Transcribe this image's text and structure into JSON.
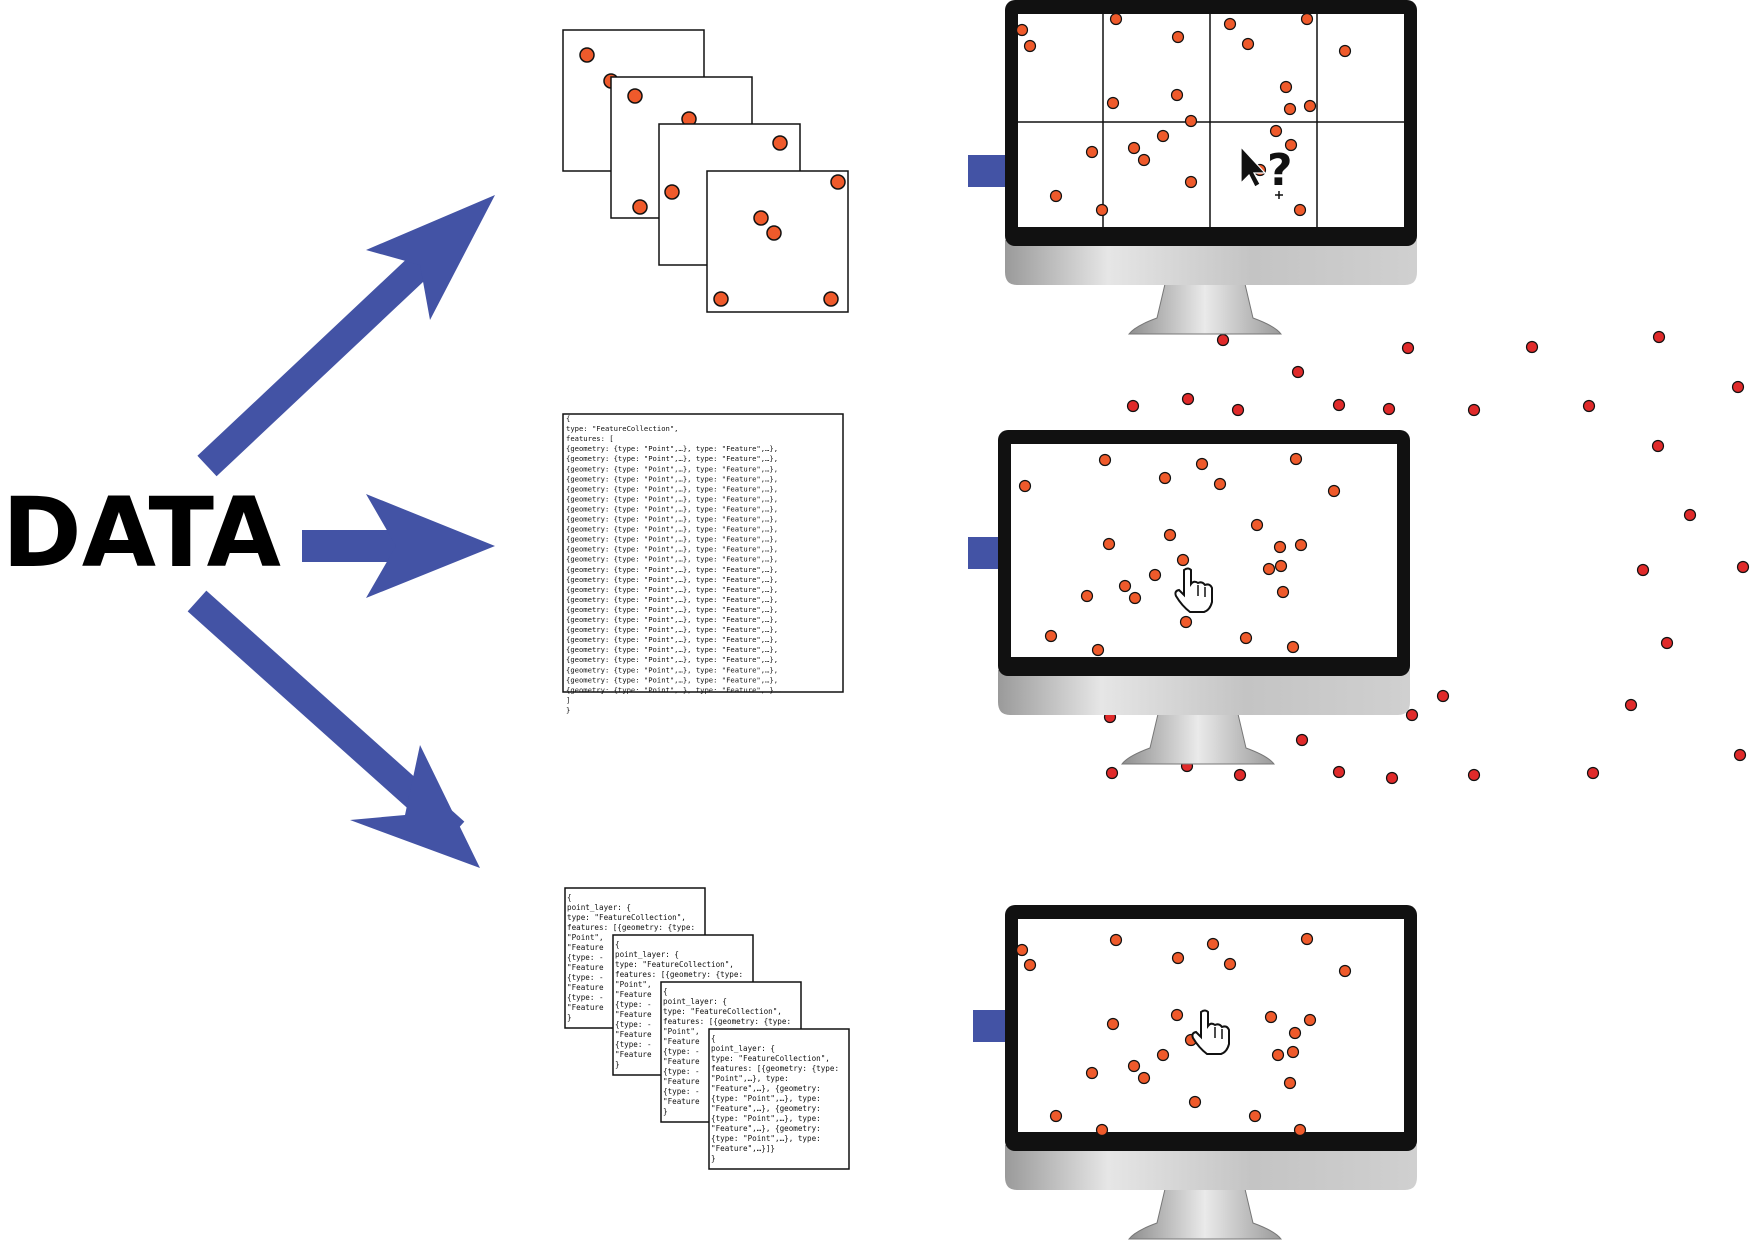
{
  "title": "DATA",
  "colors": {
    "arrow": "#4353a5",
    "point_fill": "#ef5a2b",
    "outside_point_fill": "#e02a2a",
    "outline": "#111111",
    "screen": "#ffffff",
    "bezel": "#111111"
  },
  "geojson_document": {
    "lines": [
      "{",
      "  type: \"FeatureCollection\",",
      "  features: [",
      "  {geometry: {type: \"Point\",…}, type: \"Feature\",…},",
      "  {geometry: {type: \"Point\",…}, type: \"Feature\",…},",
      "  {geometry: {type: \"Point\",…}, type: \"Feature\",…},",
      "  {geometry: {type: \"Point\",…}, type: \"Feature\",…},",
      "  {geometry: {type: \"Point\",…}, type: \"Feature\",…},",
      "  {geometry: {type: \"Point\",…}, type: \"Feature\",…},",
      "  {geometry: {type: \"Point\",…}, type: \"Feature\",…},",
      "  {geometry: {type: \"Point\",…}, type: \"Feature\",…},",
      "  {geometry: {type: \"Point\",…}, type: \"Feature\",…},",
      "  {geometry: {type: \"Point\",…}, type: \"Feature\",…},",
      "  {geometry: {type: \"Point\",…}, type: \"Feature\",…},",
      "  {geometry: {type: \"Point\",…}, type: \"Feature\",…},",
      "  {geometry: {type: \"Point\",…}, type: \"Feature\",…},",
      "  {geometry: {type: \"Point\",…}, type: \"Feature\",…},",
      "  {geometry: {type: \"Point\",…}, type: \"Feature\",…},",
      "  {geometry: {type: \"Point\",…}, type: \"Feature\",…},",
      "  {geometry: {type: \"Point\",…}, type: \"Feature\",…},",
      "  {geometry: {type: \"Point\",…}, type: \"Feature\",…},",
      "  {geometry: {type: \"Point\",…}, type: \"Feature\",…},",
      "  {geometry: {type: \"Point\",…}, type: \"Feature\",…},",
      "  {geometry: {type: \"Point\",…}, type: \"Feature\",…},",
      "  {geometry: {type: \"Point\",…}, type: \"Feature\",…},",
      "  {geometry: {type: \"Point\",…}, type: \"Feature\",…},",
      "  {geometry: {type: \"Point\",…}, type: \"Feature\",…},",
      "  {geometry: {type: \"Point\",…}, type: \"Feature\",…}...",
      "  ]",
      "}"
    ]
  },
  "layer_documents": [
    {
      "lines": [
        "{",
        " point_layer: {",
        "  type: \"FeatureCollection\",",
        "  features: [{geometry: {type:",
        "  \"Point\",",
        "  \"Feature",
        "  {type: -",
        "  \"Feature",
        "  {type: -",
        "  \"Feature",
        "  {type: -",
        "  \"Feature",
        "}"
      ]
    },
    {
      "lines": [
        "{",
        " point_layer: {",
        "  type: \"FeatureCollection\",",
        "  features: [{geometry: {type:",
        "  \"Point\",",
        "  \"Feature",
        "  {type: -",
        "  \"Feature",
        "  {type: -",
        "  \"Feature",
        "  {type: -",
        "  \"Feature",
        "}"
      ]
    },
    {
      "lines": [
        "{",
        " point_layer: {",
        "  type: \"FeatureCollection\",",
        "  features: [{geometry: {type:",
        "  \"Point\",",
        "  \"Feature",
        "  {type: -",
        "  \"Feature",
        "  {type: -",
        "  \"Feature",
        "  {type: -",
        "  \"Feature",
        "}"
      ]
    },
    {
      "lines": [
        "{",
        " point_layer: {",
        "  type: \"FeatureCollection\",",
        "  features: [{geometry: {type:",
        "  \"Point\",…}, type:",
        "  \"Feature\",…}, {geometry:",
        "  {type: \"Point\",…}, type:",
        "  \"Feature\",…}, {geometry:",
        "  {type: \"Point\",…}, type:",
        "  \"Feature\",…}, {geometry:",
        "  {type: \"Point\",…}, type:",
        "  \"Feature\",…}]}",
        "}"
      ]
    }
  ],
  "monitors": [
    {
      "name": "tiled",
      "cursor": "arrow-question-cursor"
    },
    {
      "name": "single-request",
      "cursor": "hand-pointer-cursor"
    },
    {
      "name": "layered",
      "cursor": "hand-pointer-cursor"
    }
  ]
}
